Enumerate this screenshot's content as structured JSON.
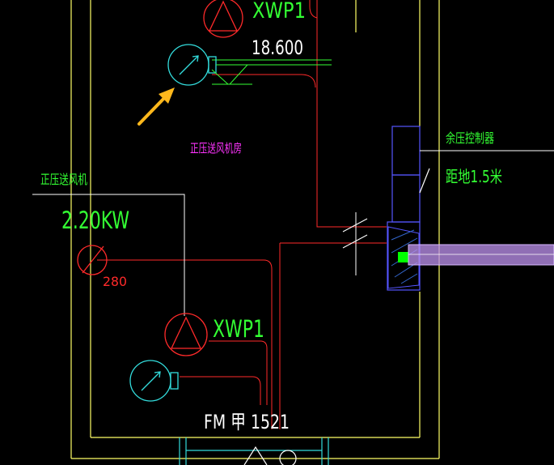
{
  "colors": {
    "background": "#000000",
    "wall": "#ffff66",
    "pipe_red": "#ff2a2a",
    "fan_red": "#ff2a2a",
    "label_green": "#33ff33",
    "white": "#ffffff",
    "cyan": "#33dddd",
    "magenta": "#ff33ff",
    "panel_blue": "#5555ff",
    "duct_purple": "#b98ee8",
    "arrow_orange": "#ffb81c",
    "square_green": "#00ff00"
  },
  "labels": {
    "fan_top_code": "XWP1",
    "elevation": "18.600",
    "room_name": "正压送风机房",
    "fan_title": "正压送风机",
    "fan_power": "2.20KW",
    "damper_size": "280",
    "fan_bottom_code": "XWP1",
    "door_label": "FM 甲 1521",
    "controller_name": "余压控制器",
    "controller_height": "距地1.5米"
  },
  "icons": {
    "fan": "fan-triangle-icon",
    "gauge": "pressure-gauge-icon",
    "damper": "fire-damper-icon",
    "pointer": "yellow-arrow-icon"
  }
}
